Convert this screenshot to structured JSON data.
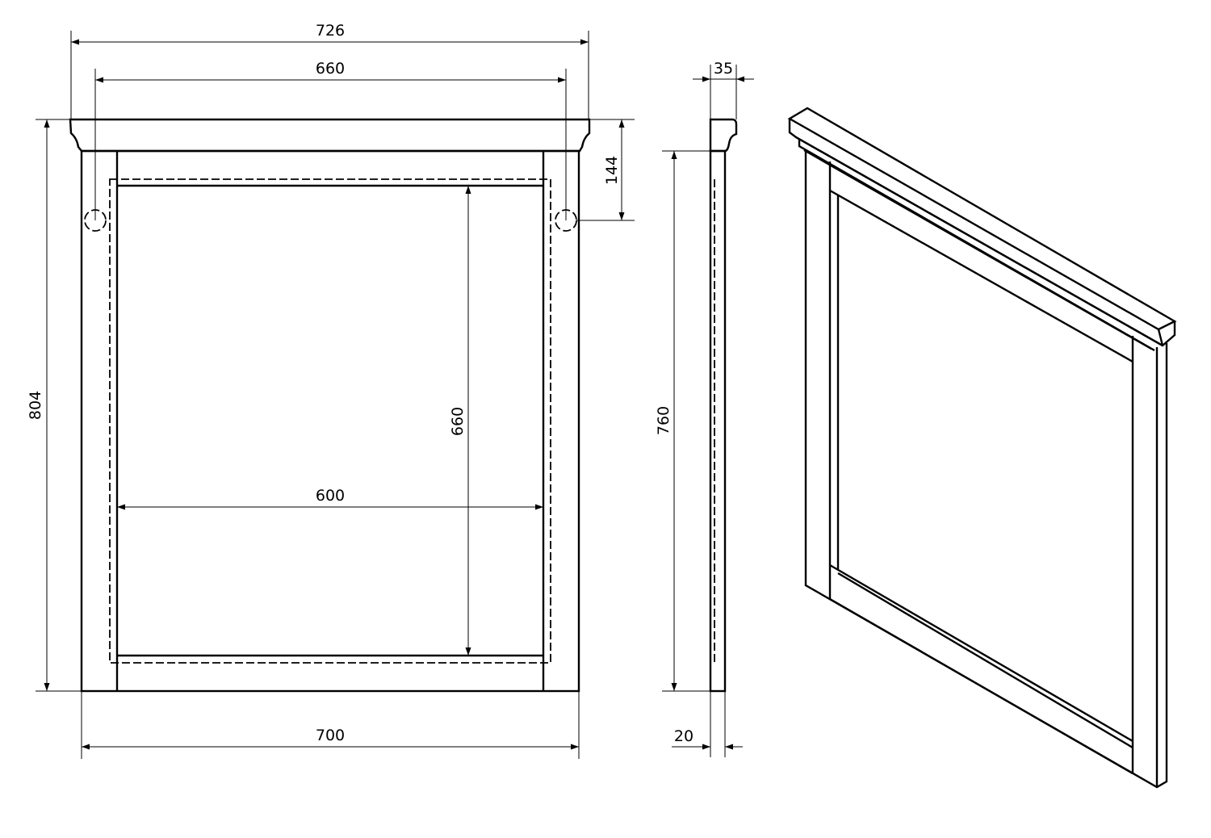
{
  "front_view": {
    "overall_width_top": "726",
    "hanging_hole_spacing": "660",
    "hole_drop": "144",
    "overall_height": "804",
    "mirror_height": "660",
    "mirror_width": "600",
    "frame_width": "700"
  },
  "side_view": {
    "cornice_depth": "35",
    "frame_height": "760",
    "frame_depth": "20"
  }
}
